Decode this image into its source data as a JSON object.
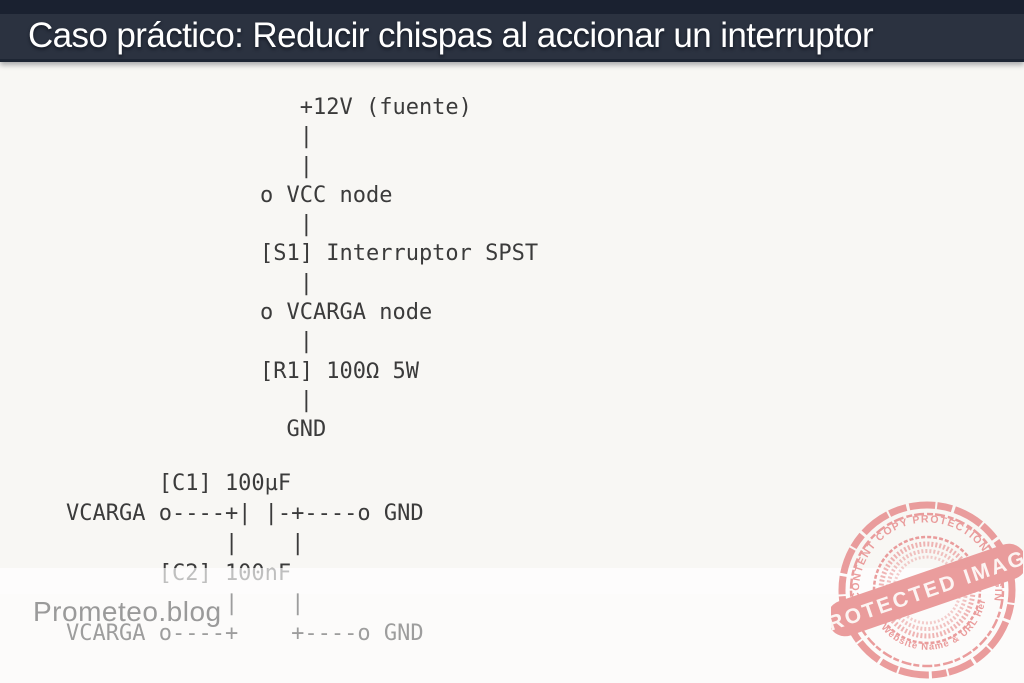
{
  "header": {
    "title": "Caso práctico: Reducir chispas al accionar un interruptor"
  },
  "circuit_top": {
    "text": "   +12V (fuente)\n   |\n   |\no VCC node\n   |\n[S1] Interruptor SPST\n   |\no VCARGA node\n   |\n[R1] 100Ω 5W\n   |\n  GND",
    "nodes": [
      "+12V (fuente)",
      "VCC node",
      "VCARGA node",
      "GND"
    ],
    "components": [
      {
        "ref": "S1",
        "label": "Interruptor SPST"
      },
      {
        "ref": "R1",
        "label": "100Ω 5W"
      }
    ]
  },
  "circuit_bottom": {
    "text": "       [C1] 100µF\nVCARGA o----+| |-+----o GND\n            |    |\n       [C2] 100nF\n            |    |\nVCARGA o----+    +----o GND",
    "components": [
      {
        "ref": "C1",
        "label": "100µF"
      },
      {
        "ref": "C2",
        "label": "100nF"
      }
    ],
    "nodes": [
      "VCARGA",
      "GND"
    ]
  },
  "watermark": {
    "label": "Prometeo.blog"
  },
  "stamp": {
    "top_text": "WP CONTENT COPY PROTECTION PLUGIN",
    "band_text": "PROTECTED IMAGE",
    "bottom_text": "My Website Name & URL Here",
    "color": "#e89090"
  },
  "colors": {
    "header_band": "#2b3240",
    "header_strip": "#1a2130",
    "background": "#f8f7f4",
    "circuit_text": "#3b3b3b",
    "watermark_gray": "#9a9a9a",
    "stamp_pink": "#e89090"
  }
}
